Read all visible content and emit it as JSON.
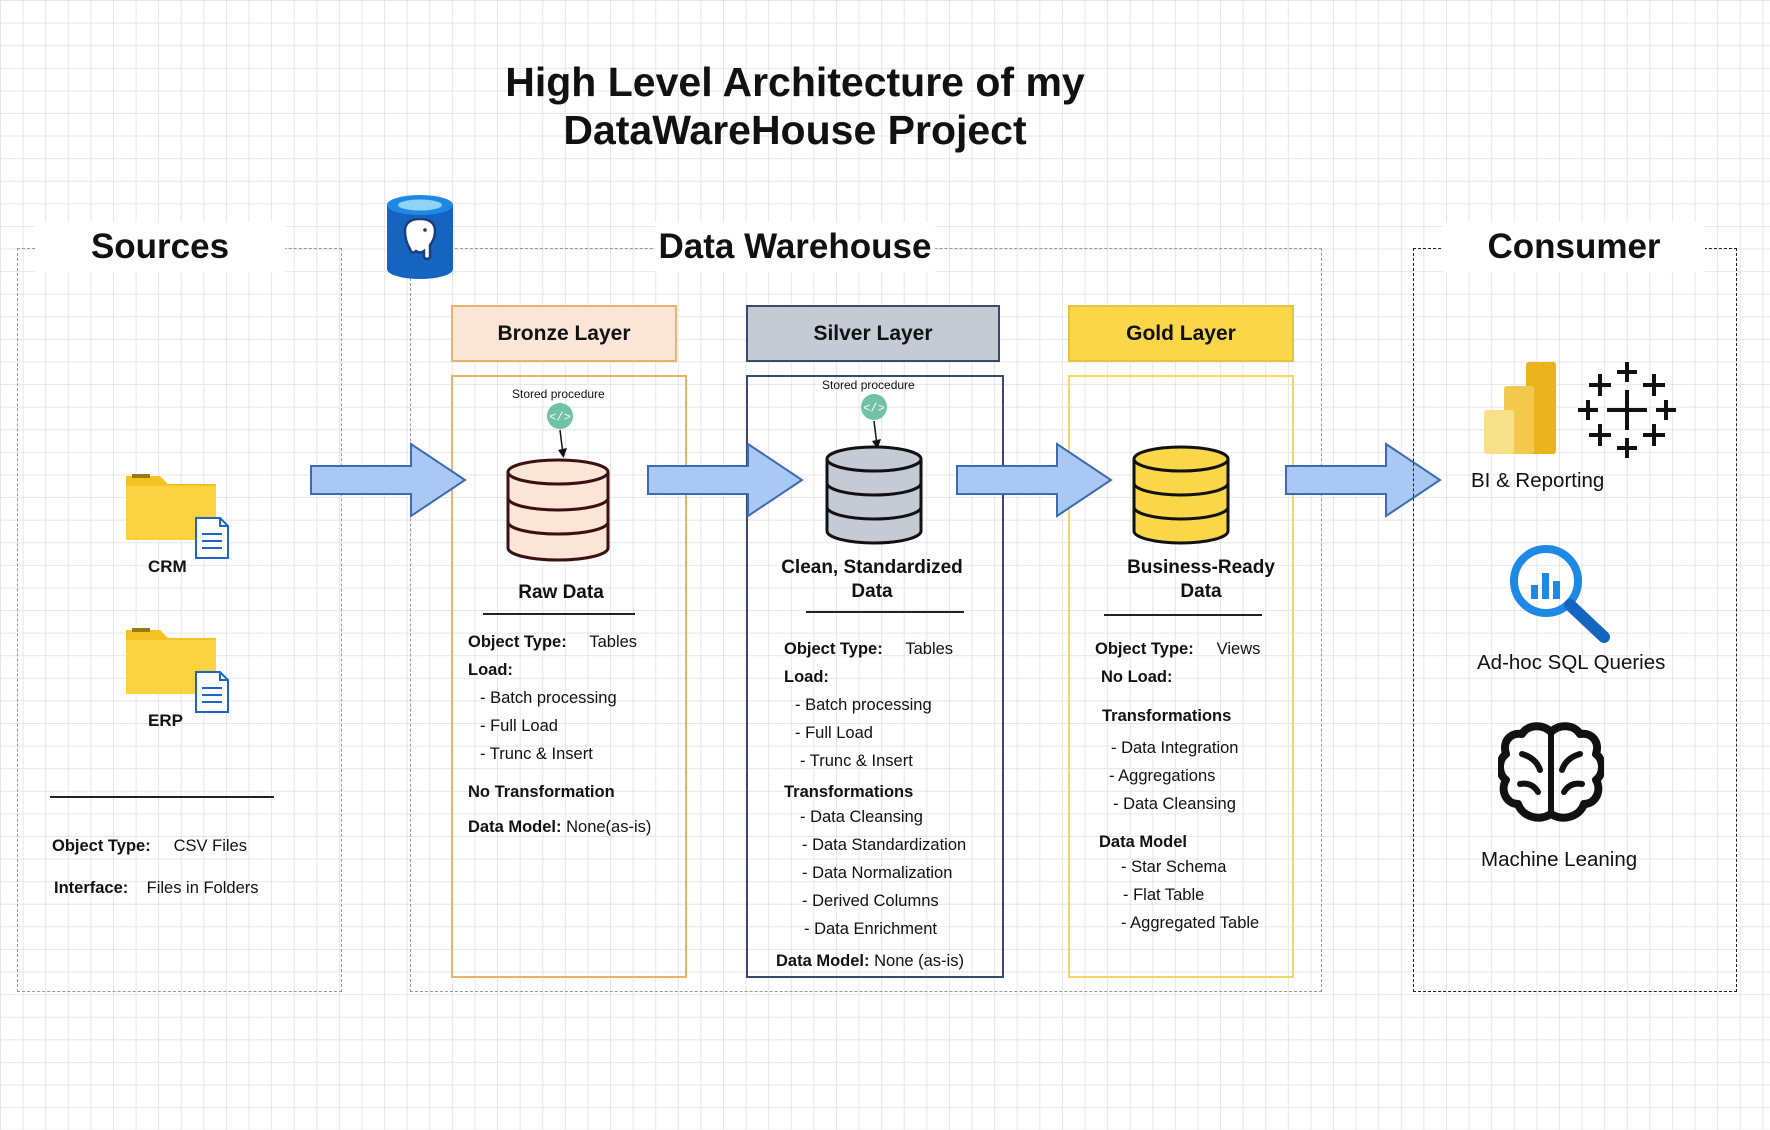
{
  "title": {
    "line1": "High Level Architecture of my",
    "line2": "DataWareHouse Project"
  },
  "sources": {
    "heading": "Sources",
    "items": [
      {
        "label": "CRM",
        "icon": "folder-icon"
      },
      {
        "label": "ERP",
        "icon": "folder-icon"
      }
    ],
    "object_type_label": "Object Type:",
    "object_type_value": "CSV Files",
    "interface_label": "Interface:",
    "interface_value": "Files in Folders"
  },
  "warehouse": {
    "heading": "Data Warehouse",
    "bronze": {
      "header": "Bronze Layer",
      "stored_procedure": "Stored procedure",
      "db_label": "Raw Data",
      "object_type_label": "Object Type:",
      "object_type_value": "Tables",
      "load_label": "Load:",
      "load_items": [
        "- Batch processing",
        "- Full Load",
        "- Trunc & Insert"
      ],
      "transformation_label": "No Transformation",
      "data_model_label": "Data Model:",
      "data_model_value": "None(as-is)",
      "colors": {
        "header_bg": "#fbe5d6",
        "border": "#e8b46a",
        "db_fill": "#fbe5d6"
      }
    },
    "silver": {
      "header": "Silver Layer",
      "stored_procedure": "Stored procedure",
      "db_label_line1": "Clean, Standardized",
      "db_label_line2": "Data",
      "object_type_label": "Object Type:",
      "object_type_value": "Tables",
      "load_label": "Load:",
      "load_items": [
        "- Batch processing",
        "- Full Load",
        "- Trunc & Insert"
      ],
      "transformations_label": "Transformations",
      "transformation_items": [
        "- Data Cleansing",
        "- Data Standardization",
        "- Data Normalization",
        "- Derived Columns",
        "- Data Enrichment"
      ],
      "data_model_label": "Data Model:",
      "data_model_value": "None (as-is)",
      "colors": {
        "header_bg": "#c4cbd3",
        "border": "#3a4a6a",
        "db_fill": "#c4cbd3"
      }
    },
    "gold": {
      "header": "Gold Layer",
      "db_label_line1": "Business-Ready",
      "db_label_line2": "Data",
      "object_type_label": "Object Type:",
      "object_type_value": "Views",
      "load_label": "No Load:",
      "transformations_label": "Transformations",
      "transformation_items": [
        "- Data Integration",
        "- Aggregations",
        "- Data Cleansing"
      ],
      "data_model_label": "Data Model",
      "data_model_items": [
        "- Star Schema",
        "- Flat Table",
        "- Aggregated Table"
      ],
      "colors": {
        "header_bg": "#fad748",
        "border": "#f7d766",
        "db_fill": "#fad748"
      }
    }
  },
  "consumer": {
    "heading": "Consumer",
    "items": [
      {
        "label": "BI & Reporting",
        "icons": [
          "powerbi-icon",
          "tableau-icon"
        ]
      },
      {
        "label": "Ad-hoc SQL Queries",
        "icons": [
          "query-search-icon"
        ]
      },
      {
        "label": "Machine Leaning",
        "icons": [
          "brain-icon"
        ]
      }
    ]
  },
  "colors": {
    "arrow_fill": "#a9c8f3",
    "arrow_stroke": "#3d6bb3",
    "postgres_blue": "#1565c0"
  }
}
